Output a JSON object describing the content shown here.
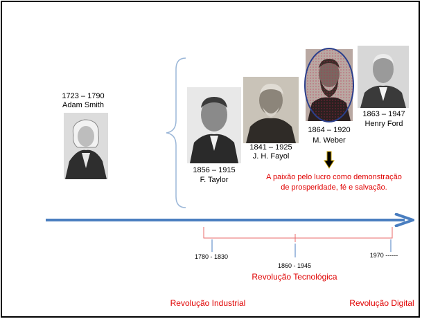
{
  "figures": [
    {
      "years": "1723 – 1790",
      "name": "Adam Smith",
      "icon": "portrait-adam-smith"
    },
    {
      "years": "1856 – 1915",
      "name": "F. Taylor",
      "icon": "portrait-frederick-taylor"
    },
    {
      "years": "1841 – 1925",
      "name": "J. H. Fayol",
      "icon": "portrait-henri-fayol"
    },
    {
      "years": "1864 – 1920",
      "name": "M. Weber",
      "icon": "portrait-max-weber"
    },
    {
      "years": "1863 – 1947",
      "name": "Henry Ford",
      "icon": "portrait-henry-ford"
    }
  ],
  "weber_note": {
    "line1": "A paixão pelo lucro como demonstração",
    "line2": "de prosperidade, fé e salvação."
  },
  "timeline": {
    "ticks": [
      "1780 - 1830",
      "1860 - 1945",
      "1970 ------"
    ],
    "revolutions": {
      "industrial": "Revolução Industrial",
      "tecnologica": "Revolução Tecnológica",
      "digital": "Revolução Digital"
    }
  },
  "colors": {
    "arrow": "#4a7ec0",
    "accent_text": "#e00000",
    "bracket": "#9bb7d8",
    "period_bracket": "#e86a6a",
    "highlight_ring": "#2b3f8c"
  }
}
